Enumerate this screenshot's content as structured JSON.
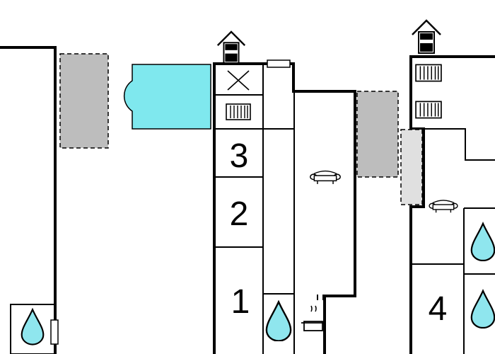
{
  "colors": {
    "background": "#ffffff",
    "wall": "#000000",
    "pool": "#7fe8ee",
    "terrace": "#bdbdbd",
    "water": "#8fe6ee"
  },
  "rooms": [
    {
      "id": "bedroom-1",
      "number": "1"
    },
    {
      "id": "bedroom-2",
      "number": "2"
    },
    {
      "id": "bedroom-3",
      "number": "3"
    },
    {
      "id": "bedroom-4",
      "number": "4"
    }
  ],
  "icons": {
    "entrance": "house-arrow-icon",
    "bathroom": "water-drop-icon",
    "sofa": "sofa-icon",
    "cooking": "cooking-pot-icon",
    "heater": "radiator-icon",
    "empty_room": "cross-icon",
    "pool": "swimming-pool",
    "terrace": "terrace-area",
    "window": "window-icon"
  }
}
